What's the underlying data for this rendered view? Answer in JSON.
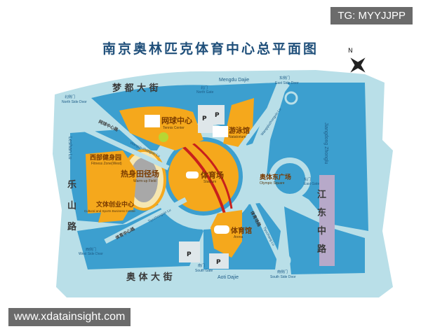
{
  "title": "南京奥林匹克体育中心总平面图",
  "watermark_top": "TG: MYYJJPP",
  "watermark_bottom": "www.xdatainsight.com",
  "compass": "N",
  "colors": {
    "background": "#b9dfe8",
    "block": "#3c9fcf",
    "venue": "#f5a81c",
    "title": "#1f4f7a"
  },
  "roads": {
    "north": {
      "cn": "梦 都 大 街",
      "en": "Mengdu Dajie"
    },
    "south": {
      "cn": "奥 体 大 街",
      "en": "Aoti Dajie"
    },
    "west": {
      "cn": [
        "乐",
        "山",
        "路"
      ],
      "en": "Leshan Lu"
    },
    "east": {
      "cn": [
        "江",
        "东",
        "中",
        "路"
      ],
      "en": "Jiangdong Zhonglu"
    },
    "inner_nw": {
      "cn": "网球中心路",
      "en": "Wangqiuzhongxin Lu"
    },
    "inner_sw": {
      "cn": "体育中心路",
      "en": "Tiyuzhongxin Lu"
    },
    "inner_se": {
      "cn": "体育场路",
      "en": "Tiyuchang Lu"
    },
    "inner_ne": {
      "en": "Wangqiuzhongxin Lu"
    }
  },
  "gates": {
    "north_side": {
      "cn": "北侧门",
      "en": "North Side Door"
    },
    "north": {
      "cn": "北门",
      "en": "North Gate"
    },
    "east_side": {
      "cn": "东侧门",
      "en": "East Side Door"
    },
    "east": {
      "cn": "东门",
      "en": "East Gate"
    },
    "west_side": {
      "cn": "西侧门",
      "en": "West Side Door"
    },
    "south": {
      "cn": "南门",
      "en": "South Gate"
    },
    "south_side": {
      "cn": "南侧门",
      "en": "South Side Door"
    }
  },
  "venues": {
    "tennis": {
      "cn": "网球中心",
      "en": "Tennis Center"
    },
    "natatorium": {
      "cn": "游泳馆",
      "en": "Natatorium"
    },
    "stadium": {
      "cn": "体育场",
      "en": "Stadium"
    },
    "warmup": {
      "cn": "热身田径场",
      "en": "Warm-up Field"
    },
    "fitness": {
      "cn": "西部健身园",
      "en": "Fitness Zone(West)"
    },
    "business": {
      "cn": "文体创业中心",
      "en": "Cultural and Sports Business Centre"
    },
    "arena": {
      "cn": "体育馆",
      "en": "Arena"
    },
    "square": {
      "cn": "奥体东广场",
      "en": "Olympic Square"
    }
  },
  "parking": "P"
}
